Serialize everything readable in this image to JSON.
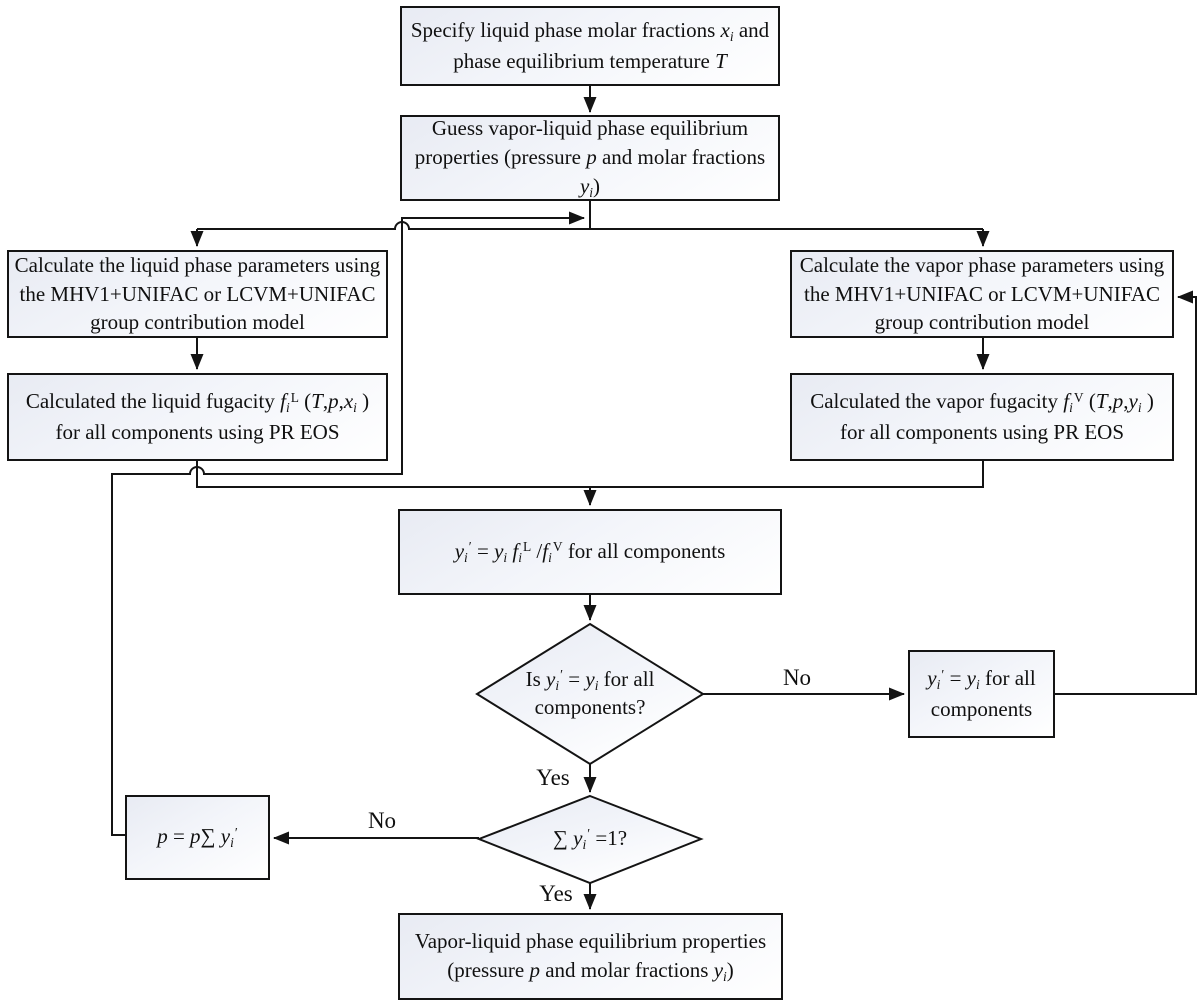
{
  "colors": {
    "line": "#141414",
    "border": "#141414",
    "text": "#101010",
    "node_fill_top": "#e8ebf3",
    "node_fill_bottom": "#ffffff",
    "background": "#ffffff"
  },
  "nodes": {
    "specify": {
      "lines": [
        [
          {
            "t": "Specify liquid phase molar fractions "
          },
          {
            "t": "x",
            "s": "i"
          },
          {
            "t": "i",
            "s": "i sub"
          },
          {
            "t": " and"
          }
        ],
        [
          {
            "t": "phase equilibrium temperature "
          },
          {
            "t": "T",
            "s": "i"
          }
        ]
      ]
    },
    "guess": {
      "lines": [
        [
          {
            "t": "Guess vapor-liquid phase equilibrium"
          }
        ],
        [
          {
            "t": "properties (pressure "
          },
          {
            "t": "p",
            "s": "i"
          },
          {
            "t": " and  molar fractions"
          }
        ],
        [
          {
            "t": "y",
            "s": "i"
          },
          {
            "t": "i",
            "s": "i sub"
          },
          {
            "t": ")"
          }
        ]
      ]
    },
    "liquid_params": {
      "lines": [
        [
          {
            "t": "Calculate the liquid phase parameters using"
          }
        ],
        [
          {
            "t": "the MHV1+UNIFAC or LCVM+UNIFAC"
          }
        ],
        [
          {
            "t": "group contribution model"
          }
        ]
      ]
    },
    "vapor_params": {
      "lines": [
        [
          {
            "t": "Calculate the vapor phase parameters using"
          }
        ],
        [
          {
            "t": "the MHV1+UNIFAC or LCVM+UNIFAC"
          }
        ],
        [
          {
            "t": "group contribution model"
          }
        ]
      ]
    },
    "liquid_fugacity": {
      "lines": [
        [
          {
            "t": "Calculated the liquid fugacity "
          },
          {
            "t": "f",
            "s": "i"
          },
          {
            "t": "i",
            "s": "i sub"
          },
          {
            "t": "L",
            "s": "sup"
          },
          {
            "t": " ("
          },
          {
            "t": "T",
            "s": "i"
          },
          {
            "t": ","
          },
          {
            "t": "p",
            "s": "i"
          },
          {
            "t": ","
          },
          {
            "t": "x",
            "s": "i"
          },
          {
            "t": "i",
            "s": "i sub"
          },
          {
            "t": " )"
          }
        ],
        [
          {
            "t": "for all components using PR EOS"
          }
        ]
      ]
    },
    "vapor_fugacity": {
      "lines": [
        [
          {
            "t": "Calculated the vapor fugacity "
          },
          {
            "t": "f",
            "s": "i"
          },
          {
            "t": "i",
            "s": "i sub"
          },
          {
            "t": "V",
            "s": "sup"
          },
          {
            "t": " ("
          },
          {
            "t": "T",
            "s": "i"
          },
          {
            "t": ","
          },
          {
            "t": "p",
            "s": "i"
          },
          {
            "t": ","
          },
          {
            "t": "y",
            "s": "i"
          },
          {
            "t": "i",
            "s": "i sub"
          },
          {
            "t": " )"
          }
        ],
        [
          {
            "t": "for all components using PR EOS"
          }
        ]
      ]
    },
    "yi_update": {
      "lines": [
        [
          {
            "t": "y",
            "s": "i"
          },
          {
            "t": "i",
            "s": "i sub"
          },
          {
            "t": "′",
            "s": "sup"
          },
          {
            "t": "  = "
          },
          {
            "t": "y",
            "s": "i"
          },
          {
            "t": "i",
            "s": "i sub"
          },
          {
            "t": " "
          },
          {
            "t": "f",
            "s": "i"
          },
          {
            "t": "i",
            "s": "i sub"
          },
          {
            "t": "L",
            "s": "sup"
          },
          {
            "t": " /"
          },
          {
            "t": "f",
            "s": "i"
          },
          {
            "t": "i",
            "s": "i sub"
          },
          {
            "t": "V",
            "s": "sup"
          },
          {
            "t": " for all components"
          }
        ]
      ]
    },
    "decision_yi": {
      "lines": [
        [
          {
            "t": "Is "
          },
          {
            "t": "y",
            "s": "i"
          },
          {
            "t": "i",
            "s": "i sub"
          },
          {
            "t": "′",
            "s": "sup"
          },
          {
            "t": " = "
          },
          {
            "t": "y",
            "s": "i"
          },
          {
            "t": "i",
            "s": "i sub"
          },
          {
            "t": " for all"
          }
        ],
        [
          {
            "t": "components?"
          }
        ]
      ]
    },
    "set_yi": {
      "lines": [
        [
          {
            "t": "y",
            "s": "i"
          },
          {
            "t": "i",
            "s": "i sub"
          },
          {
            "t": "′",
            "s": "sup"
          },
          {
            "t": " = "
          },
          {
            "t": "y",
            "s": "i"
          },
          {
            "t": "i",
            "s": "i sub"
          },
          {
            "t": " for all"
          }
        ],
        [
          {
            "t": "components"
          }
        ]
      ]
    },
    "decision_sum": {
      "lines": [
        [
          {
            "t": "∑ "
          },
          {
            "t": "y",
            "s": "i"
          },
          {
            "t": "i",
            "s": "i sub"
          },
          {
            "t": "′",
            "s": "sup"
          },
          {
            "t": " =1?"
          }
        ]
      ]
    },
    "pressure_update": {
      "lines": [
        [
          {
            "t": "p",
            "s": "i"
          },
          {
            "t": " = "
          },
          {
            "t": "p",
            "s": "i"
          },
          {
            "t": "∑ "
          },
          {
            "t": "y",
            "s": "i"
          },
          {
            "t": "i",
            "s": "i sub"
          },
          {
            "t": "′",
            "s": "sup"
          }
        ]
      ]
    },
    "results": {
      "lines": [
        [
          {
            "t": "Vapor-liquid phase equilibrium properties"
          }
        ],
        [
          {
            "t": "(pressure "
          },
          {
            "t": "p",
            "s": "i"
          },
          {
            "t": " and  molar fractions "
          },
          {
            "t": "y",
            "s": "i"
          },
          {
            "t": "i",
            "s": "i sub"
          },
          {
            "t": ")"
          }
        ]
      ]
    }
  },
  "edge_labels": {
    "no_right": "No",
    "yes_mid": "Yes",
    "no_left": "No",
    "yes_bottom": "Yes"
  }
}
